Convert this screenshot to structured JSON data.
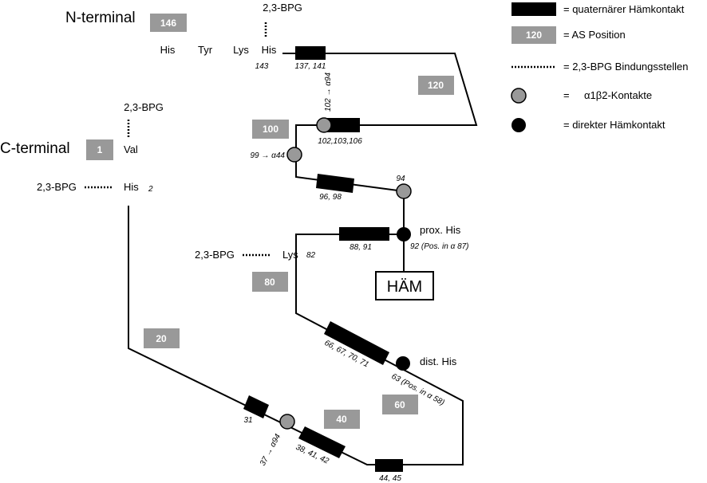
{
  "legend": {
    "quaternary_contact": "= quaternärer Hämkontakt",
    "as_position_number": "120",
    "as_position": "= AS Position",
    "bpg_sites": "= 2,3-BPG Bindungsstellen",
    "a1b2_contacts": "α1β2-Kontakte",
    "a1b2_eq": "=",
    "direct_heme": "= direkter Hämkontakt"
  },
  "n_terminal": {
    "label": "N-terminal",
    "box": "146",
    "bpg": "2,3-BPG",
    "residues": [
      "His",
      "Tyr",
      "Lys",
      "His"
    ],
    "pos_143": "143",
    "contact_137_141": "137, 141"
  },
  "c_terminal": {
    "label": "C-terminal",
    "box": "1",
    "val": "Val",
    "bpg_top": "2,3-BPG",
    "bpg_left": "2,3-BPG",
    "his": "His",
    "pos_2": "2"
  },
  "position_boxes": {
    "b120": "120",
    "b100": "100",
    "b80": "80",
    "b20": "20",
    "b40": "40",
    "b60": "60"
  },
  "labels": {
    "alpha94_top": "102 → α94",
    "contact_102_106": "102,103,106",
    "alpha44": "99 → α44",
    "contact_96_98": "96, 98",
    "pos_94": "94",
    "contact_88_91": "88, 91",
    "prox_his": "prox. His",
    "prox_pos": "92 (Pos. in α 87)",
    "lys_bpg": "2,3-BPG",
    "lys": "Lys",
    "lys_pos": "82",
    "heme": "HÄM",
    "contact_66_71": "66, 67, 70, 71",
    "dist_his": "dist. His",
    "dist_pos": "63 (Pos. in α 58)",
    "contact_31": "31",
    "alpha94_bottom": "37 → α94",
    "contact_38_42": "38, 41, 42",
    "contact_44_45": "44, 45"
  }
}
